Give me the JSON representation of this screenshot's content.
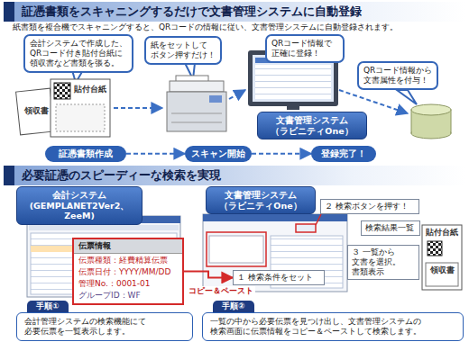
{
  "diagram": {
    "nodes": [
      {
        "text": [
          "証憑書類をスキャニングするだけで文書管理システムに自動登録"
        ]
      },
      {
        "text": [
          "会計システムで作成した、 QRコード付き貼付台紙に 領収書など書類を張る。"
        ]
      },
      {
        "text": [
          "紙をセットして ボタン押すだけ！"
        ]
      },
      {
        "text": [
          "QRコード情報で 正確に登録！"
        ]
      },
      {
        "text": [
          "QRコード情報から 文書属性を付与！"
        ]
      },
      {
        "text": [
          "領収書"
        ]
      },
      {
        "text": [
          "貼付台紙"
        ]
      },
      {
        "text": [
          "文書管理システム （ラビニティOne）"
        ]
      },
      {
        "text": [
          "証憑書類作成"
        ]
      },
      {
        "text": [
          "スキャン開始"
        ]
      },
      {
        "text": [
          "登録完了！"
        ]
      },
      {
        "text": [
          "必要証憑のスピーディーな検索を実現"
        ]
      },
      {
        "text": [
          "会計システム (GEMPLANET2Ver2、ZeeM)"
        ]
      },
      {
        "text": [
          "伝票情報",
          "伝票種類：経費精算伝票",
          "伝票日付：YYYY/MM/DD",
          "管理No.：0001-01",
          "グループID：WF"
        ]
      },
      {
        "text": [
          "文書管理システム （ラビニティOne）"
        ]
      },
      {
        "text": [
          "２ 検索ボタンを押す！"
        ]
      },
      {
        "text": [
          "検索結果一覧"
        ]
      },
      {
        "text": [
          "１ 検索条件をセット"
        ]
      },
      {
        "text": [
          "３ 一覧から 文書を選択。 書類表示"
        ]
      },
      {
        "text": [
          "貼付台紙"
        ]
      },
      {
        "text": [
          "領収書"
        ],
        "in": 19
      },
      {
        "text": [
          "手順①",
          "会計管理システムの検索機能にて 必要伝票を一覧表示します。"
        ]
      },
      {
        "text": [
          "手順②",
          "一覧の中から必要伝票を見つけ出し、文書管理システムの 検索画面に伝票情報をコピー＆ペーストして検索します。"
        ]
      }
    ],
    "edges": [
      {
        "from": 8,
        "to": 9,
        "arrow": "to"
      },
      {
        "from": 9,
        "to": 10,
        "arrow": "to"
      },
      {
        "from": 13,
        "to": 17,
        "label": "コピー＆ペースト",
        "arrow": "to"
      }
    ],
    "labels": [
      "紙書類を複合機でスキャニングすると、QRコードの情報に従い、文書管理システムに自動登録されます。"
    ]
  }
}
